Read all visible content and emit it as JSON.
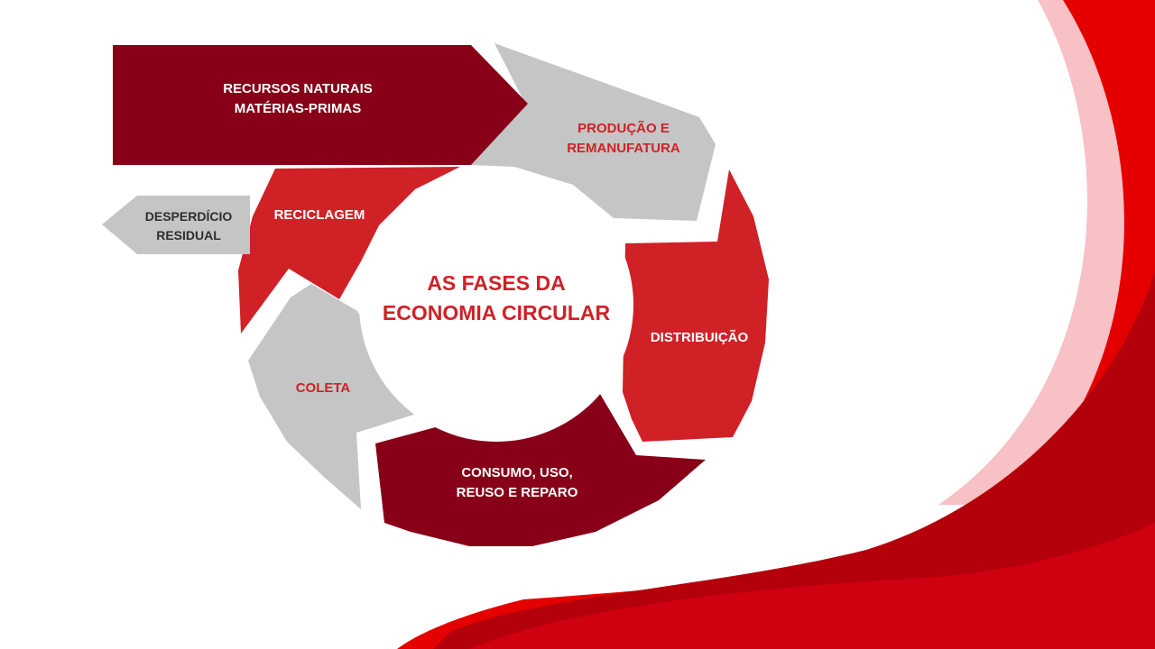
{
  "diagram": {
    "title": [
      "AS FASES DA",
      "ECONOMIA CIRCULAR"
    ],
    "stages": {
      "recursos": [
        "RECURSOS NATURAIS",
        "MATÉRIAS-PRIMAS"
      ],
      "producao": [
        "PRODUÇÃO E",
        "REMANUFATURA"
      ],
      "distribuicao": [
        "DISTRIBUIÇÃO"
      ],
      "consumo": [
        "CONSUMO, USO,",
        "REUSO E REPARO"
      ],
      "coleta": [
        "COLETA"
      ],
      "reciclagem": [
        "RECICLAGEM"
      ],
      "desperdicio": [
        "DESPERDÍCIO",
        "RESIDUAL"
      ]
    }
  },
  "colors": {
    "dark_red": "#870018",
    "red": "#d02126",
    "gray": "#c5c5c5",
    "white_text": "#ffffff",
    "red_text": "#d02126",
    "dark_text": "#2e2e2e",
    "wave_bright": "#e50000",
    "wave_deep": "#b4000a"
  }
}
